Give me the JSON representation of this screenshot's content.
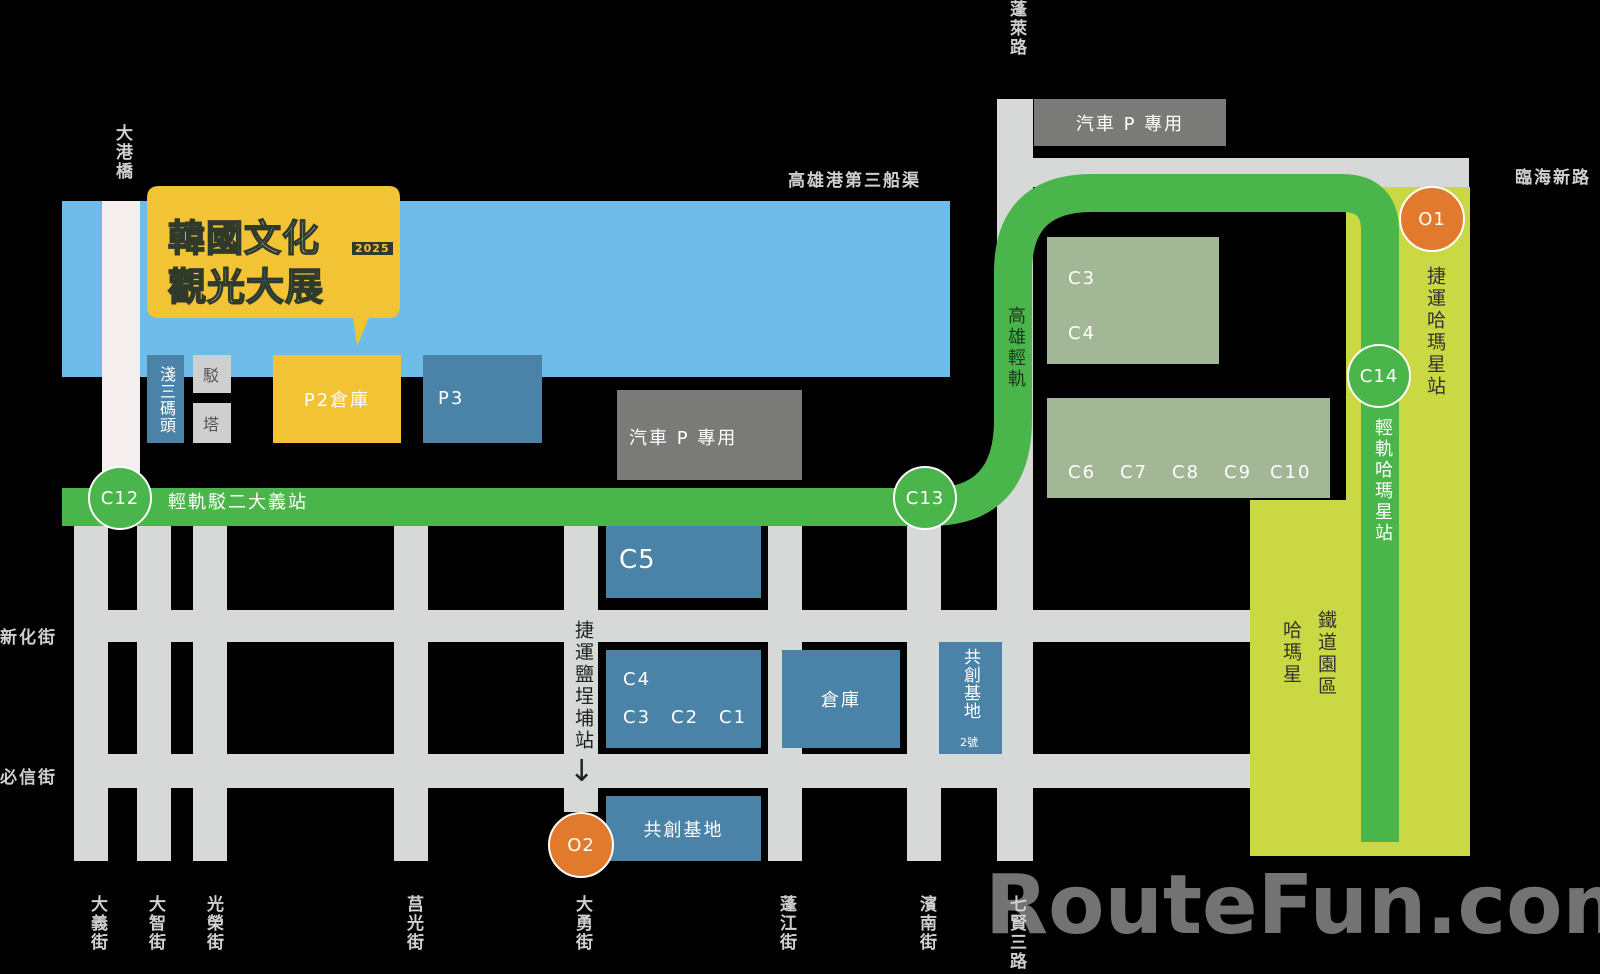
{
  "logo": {
    "line1": "韓國文化",
    "year": "2025",
    "line2a": "觀",
    "line2b": "光",
    "line2c": "大",
    "line2d": "展"
  },
  "water_label": "高雄港第三船渠",
  "roads": {
    "dagang_bridge": "大港橋",
    "penglai_road": "蓬萊路",
    "linhai_new_road": "臨海新路",
    "xinhua_street": "新化街",
    "bixin_street": "必信街",
    "dayi_street": "大義街",
    "dazhi_street": "大智街",
    "guangrong_street": "光榮街",
    "wenguang_street": "莒光街",
    "dayong_street": "大勇街",
    "pengjiang_street": "蓬江街",
    "binnan_street": "濱南街",
    "qixian_3rd_road": "七賢三路"
  },
  "blocks": {
    "qiansan_pier": "淺三碼頭",
    "bo_tower_1": "駁",
    "bo_tower_2": "塔",
    "p2": "P2倉庫",
    "p3": "P3",
    "car_parking_1": "汽車 P 專用",
    "car_parking_2": "汽車 P 專用",
    "c3_top": "C3",
    "c4_top": "C4",
    "c6": "C6",
    "c7": "C7",
    "c8": "C8",
    "c9": "C9",
    "c10": "C10",
    "c5": "C5",
    "c4_bottom": "C4",
    "c3_bottom": "C3",
    "c2": "C2",
    "c1": "C1",
    "warehouse": "倉庫",
    "cocreation_base": "共創基地",
    "cocreation_base_2": "共創基地",
    "cocreation_base_2_no": "2號",
    "hamasen_park_1": "哈瑪星",
    "hamasen_park_2": "鐵道園區"
  },
  "lines": {
    "light_rail": "高雄輕軌",
    "bo_er_dayi_station": "輕軌駁二大義站",
    "lrt_hamasen_station": "輕軌哈瑪星站",
    "mrt_hamasen_station": "捷運哈瑪星站",
    "mrt_yanchengpu_station": "捷運鹽埕埔站",
    "arrow": "↓"
  },
  "stations": {
    "c12": "C12",
    "c13": "C13",
    "c14": "C14",
    "o1": "O1",
    "o2": "O2"
  },
  "watermark": "RouteFun.com",
  "colors": {
    "background": "#000000",
    "road": "#d7d8d8",
    "water": "#6fbce8",
    "light_rail": "#4ab54a",
    "mrt": "#e27a2d",
    "venue_blue": "#4a83a7",
    "parking_gray": "#7a7a78",
    "venue_sage": "#a2b796",
    "logo_yellow": "#f2c334",
    "park_lime": "#cad844"
  }
}
